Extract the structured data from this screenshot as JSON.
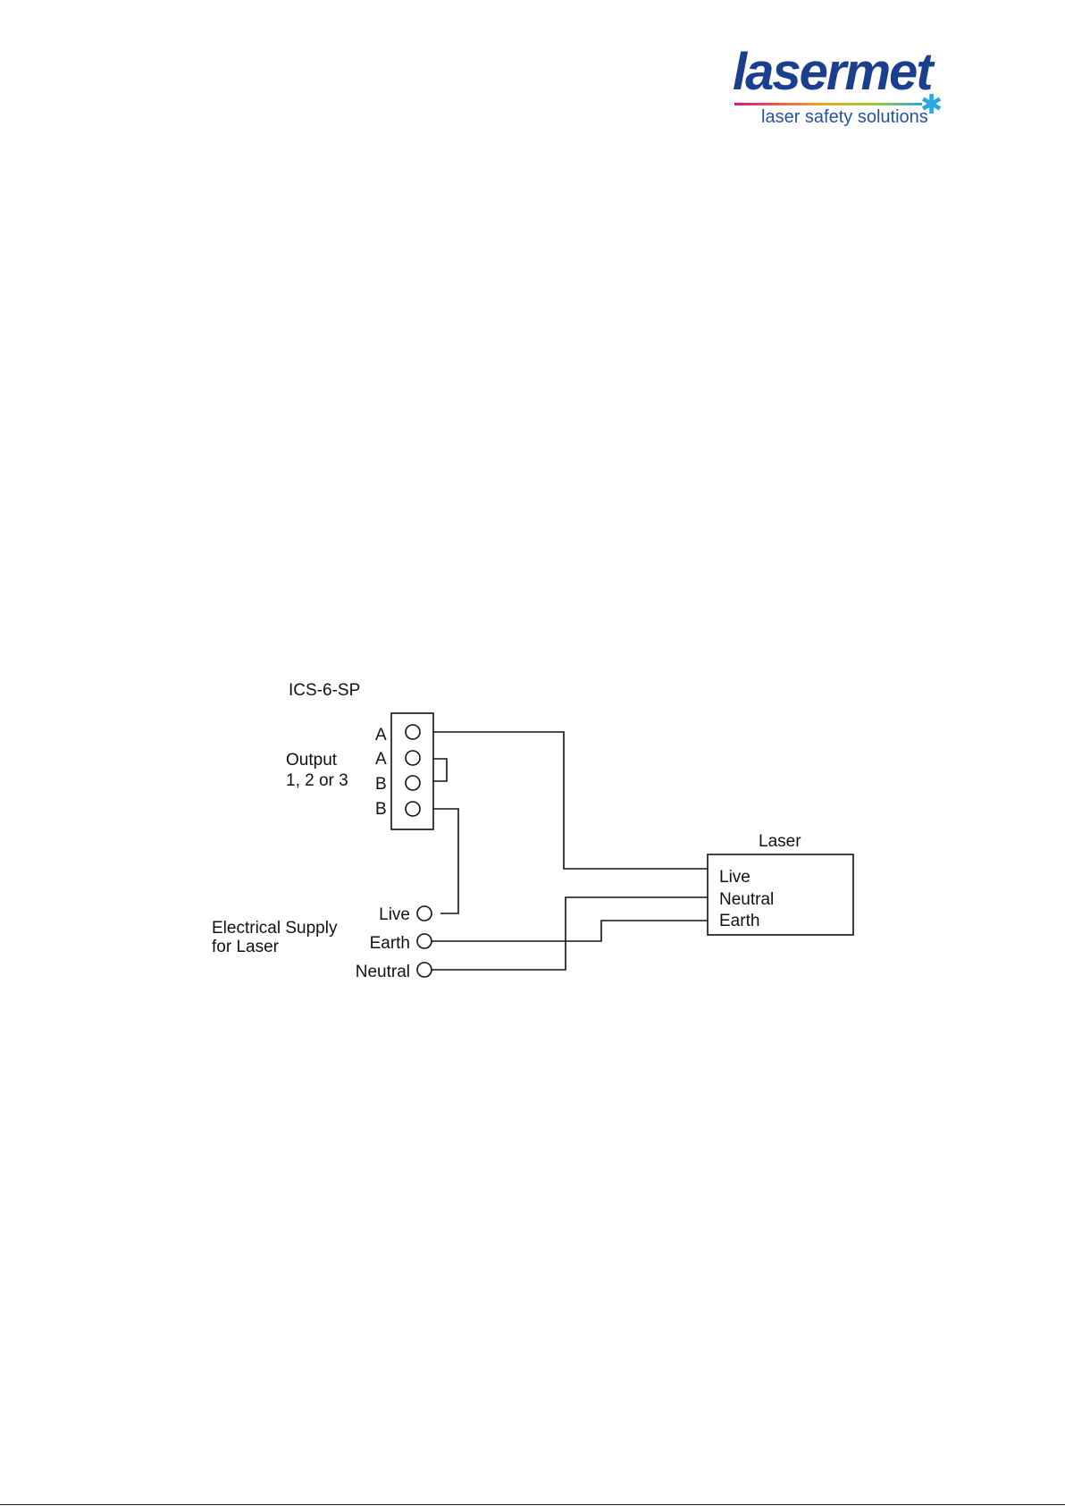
{
  "logo": {
    "wordmark": "lasermet",
    "tagline": "laser safety solutions",
    "star_color": "#2aa7df",
    "brand_color": "#1b3f8f"
  },
  "diagram": {
    "controller_title": "ICS-6-SP",
    "output_label_line1": "Output",
    "output_label_line2": "1, 2 or 3",
    "pin_labels": [
      "A",
      "A",
      "B",
      "B"
    ],
    "laser_title": "Laser",
    "laser_terminals": [
      "Live",
      "Neutral",
      "Earth"
    ],
    "supply_label_line1": "Electrical Supply",
    "supply_label_line2": "for Laser",
    "supply_terminals": [
      "Live",
      "Earth",
      "Neutral"
    ]
  }
}
